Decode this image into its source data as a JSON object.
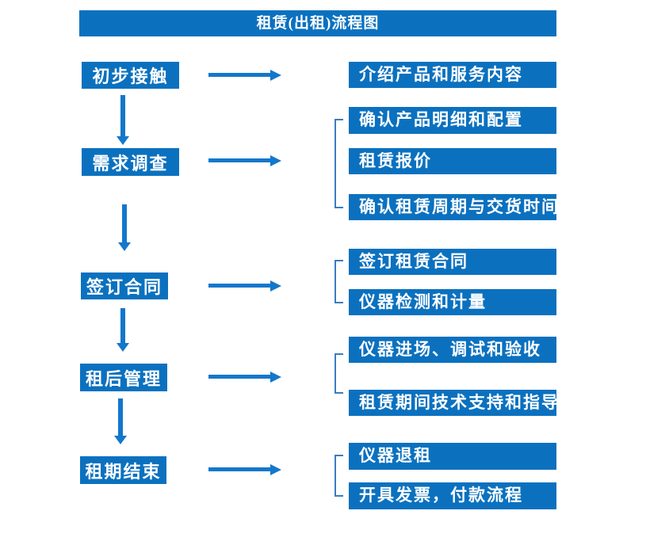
{
  "title": "租赁(出租)流程图",
  "colors": {
    "box_blue": "#0b71bf",
    "arrow_blue": "#1377cb",
    "bracket_blue": "#3a7cc0",
    "text_white": "#ffffff",
    "background": "#ffffff"
  },
  "steps": [
    {
      "label": "初步接触",
      "outputs": [
        "介绍产品和服务内容"
      ]
    },
    {
      "label": "需求调查",
      "outputs": [
        "确认产品明细和配置",
        "租赁报价",
        "确认租赁周期与交货时间"
      ]
    },
    {
      "label": "签订合同",
      "outputs": [
        "签订租赁合同",
        "仪器检测和计量"
      ]
    },
    {
      "label": "租后管理",
      "outputs": [
        "仪器进场、调试和验收",
        "租赁期间技术支持和指导"
      ]
    },
    {
      "label": "租期结束",
      "outputs": [
        "仪器退租",
        "开具发票，付款流程"
      ]
    }
  ]
}
